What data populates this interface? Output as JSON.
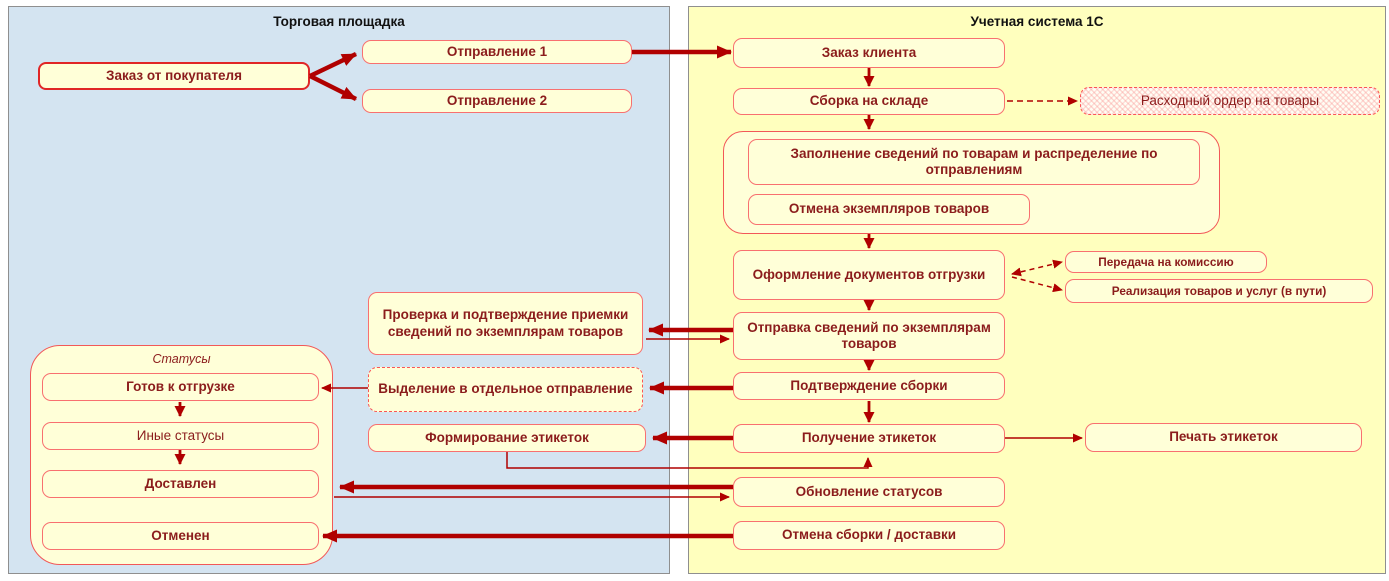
{
  "diagram": {
    "panels": {
      "left": {
        "title": "Торговая площадка"
      },
      "right": {
        "title": "Учетная система 1С"
      }
    },
    "nodes": {
      "buyer_order": {
        "label": "Заказ от покупателя"
      },
      "shipment1": {
        "label": "Отправление 1"
      },
      "shipment2": {
        "label": "Отправление 2"
      },
      "check_confirm": {
        "label": "Проверка и подтверждение приемки сведений по экземплярам товаров"
      },
      "allocate_separate": {
        "label": "Выделение в отдельное отправление"
      },
      "label_forming": {
        "label": "Формирование этикеток"
      },
      "statuses_group": {
        "label": "Статусы"
      },
      "ready_to_ship": {
        "label": "Готов к отгрузке"
      },
      "other_statuses": {
        "label": "Иные статусы"
      },
      "delivered": {
        "label": "Доставлен"
      },
      "cancelled": {
        "label": "Отменен"
      },
      "client_order": {
        "label": "Заказ клиента"
      },
      "warehouse_assembly": {
        "label": "Сборка на складе"
      },
      "expense_order": {
        "label": "Расходный ордер на товары"
      },
      "fill_info": {
        "label": "Заполнение сведений по товарам и распределение по отправлениям"
      },
      "cancel_instances": {
        "label": "Отмена экземпляров товаров"
      },
      "shipping_docs": {
        "label": "Оформление документов отгрузки"
      },
      "commission_transfer": {
        "label": "Передача на комиссию"
      },
      "sales_goods": {
        "label": "Реализация товаров и услуг (в пути)"
      },
      "send_info": {
        "label": "Отправка сведений по экземплярам товаров"
      },
      "assembly_confirm": {
        "label": "Подтверждение сборки"
      },
      "get_labels": {
        "label": "Получение этикеток"
      },
      "print_labels": {
        "label": "Печать этикеток"
      },
      "status_update": {
        "label": "Обновление статусов"
      },
      "cancel_assembly": {
        "label": "Отмена сборки / доставки"
      }
    },
    "colors": {
      "panel_left_bg": "#d4e4f1",
      "panel_right_bg": "#ffffbe",
      "node_bg": "#ffffd8",
      "node_border": "#f87070",
      "strong_border": "#e02626",
      "node_text": "#8b1c1c",
      "arrow": "#b00000",
      "panel_border": "#8f8f8f",
      "title_text": "#111111"
    }
  }
}
